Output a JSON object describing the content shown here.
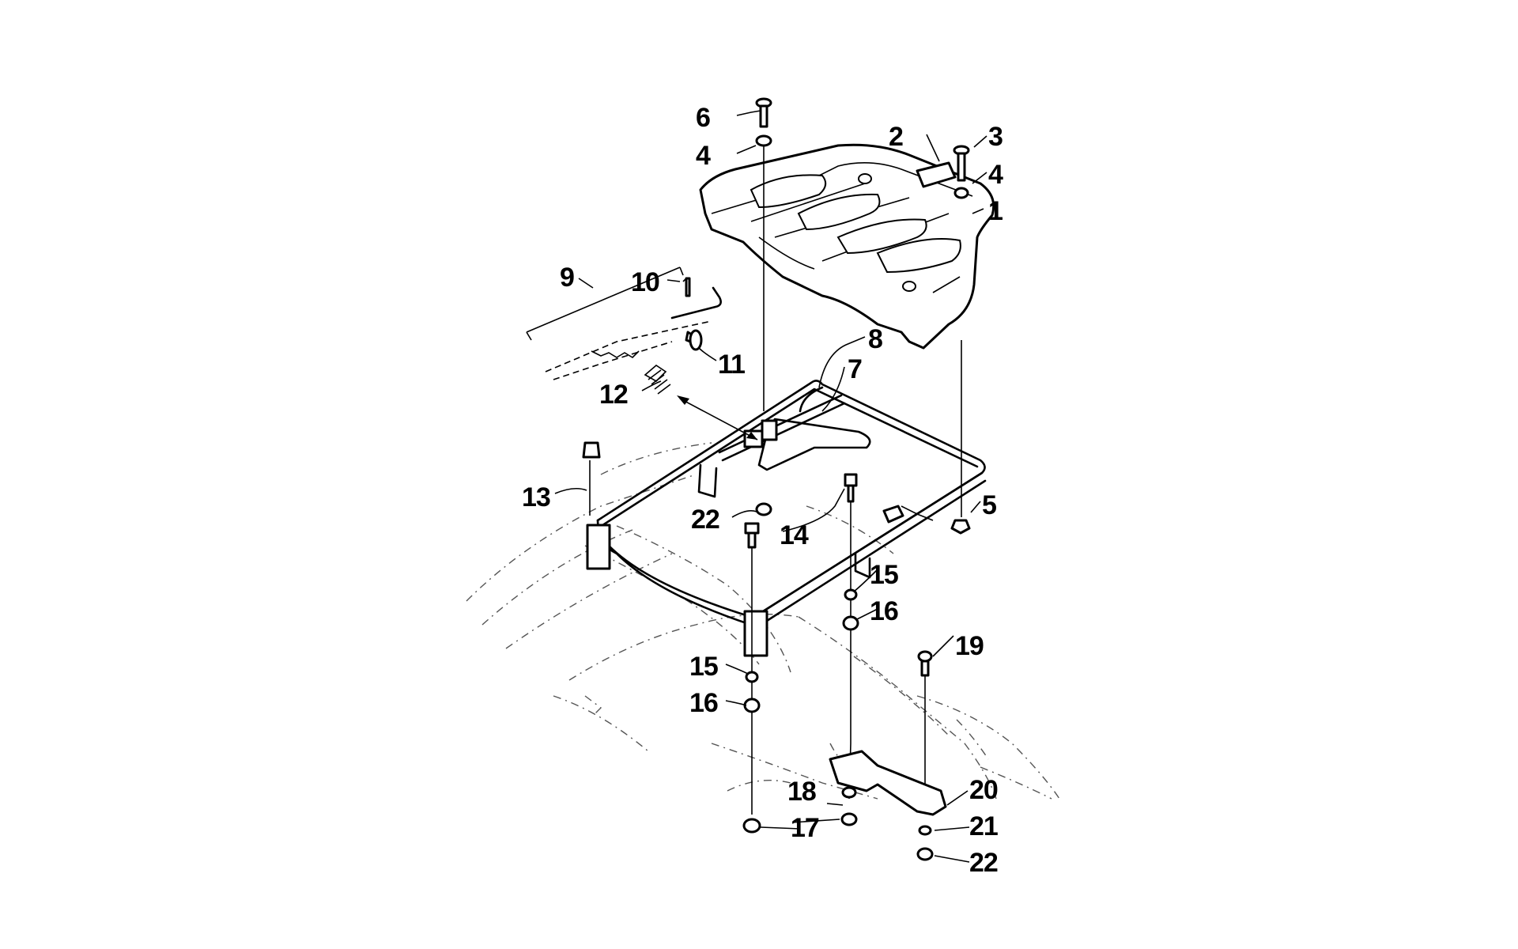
{
  "diagram": {
    "callouts": [
      {
        "id": "c1",
        "label": "1"
      },
      {
        "id": "c2",
        "label": "2"
      },
      {
        "id": "c3",
        "label": "3"
      },
      {
        "id": "c4a",
        "label": "4"
      },
      {
        "id": "c4b",
        "label": "4"
      },
      {
        "id": "c5",
        "label": "5"
      },
      {
        "id": "c6",
        "label": "6"
      },
      {
        "id": "c7",
        "label": "7"
      },
      {
        "id": "c8",
        "label": "8"
      },
      {
        "id": "c9",
        "label": "9"
      },
      {
        "id": "c10",
        "label": "10"
      },
      {
        "id": "c11",
        "label": "11"
      },
      {
        "id": "c12",
        "label": "12"
      },
      {
        "id": "c13",
        "label": "13"
      },
      {
        "id": "c14",
        "label": "14"
      },
      {
        "id": "c15a",
        "label": "15"
      },
      {
        "id": "c15b",
        "label": "15"
      },
      {
        "id": "c16a",
        "label": "16"
      },
      {
        "id": "c16b",
        "label": "16"
      },
      {
        "id": "c17",
        "label": "17"
      },
      {
        "id": "c18",
        "label": "18"
      },
      {
        "id": "c19",
        "label": "19"
      },
      {
        "id": "c20",
        "label": "20"
      },
      {
        "id": "c21",
        "label": "21"
      },
      {
        "id": "c22a",
        "label": "22"
      },
      {
        "id": "c22b",
        "label": "22"
      }
    ]
  }
}
